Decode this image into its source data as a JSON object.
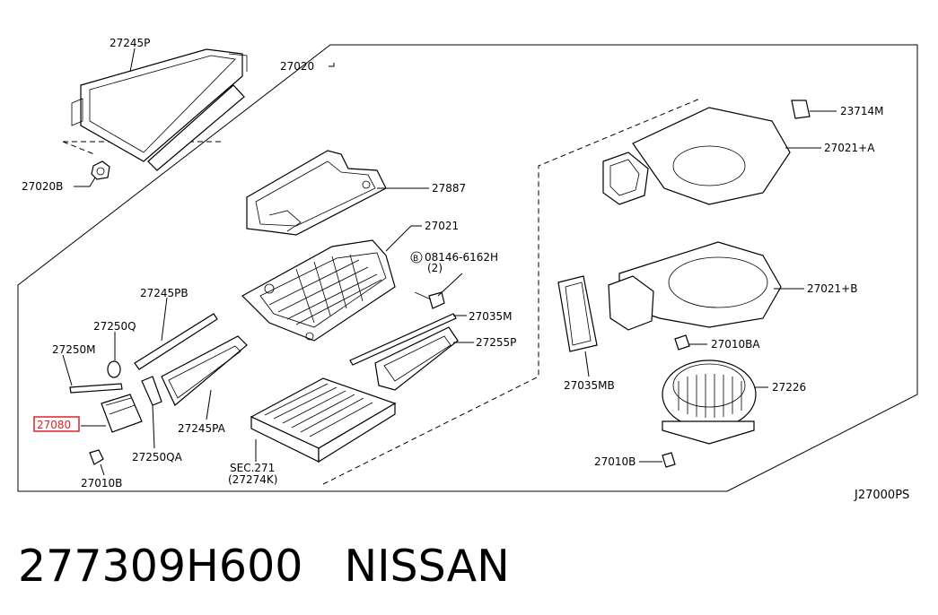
{
  "labels": {
    "p27245P": "27245P",
    "p27020": "27020",
    "p27020B": "27020B",
    "p27887": "27887",
    "p27021": "27021",
    "p08146": "08146-6162H",
    "bolt_symbol": "B",
    "qty2": "(2)",
    "p27245PB": "27245PB",
    "p27250Q": "27250Q",
    "p27250M": "27250M",
    "p27080": "27080",
    "p27245PA": "27245PA",
    "p27250QA": "27250QA",
    "p27010B_left": "27010B",
    "sec271": "SEC.271",
    "sec271b": "(27274K)",
    "p27035M": "27035M",
    "p27255P": "27255P",
    "p23714M": "23714M",
    "p27021A": "27021+A",
    "p27021B": "27021+B",
    "p27010BA": "27010BA",
    "p27035MB": "27035MB",
    "p27226": "27226",
    "p27010B_right": "27010B",
    "diagram_code": "J27000PS"
  },
  "highlight_color": "#e0202a",
  "caption": {
    "part_number": "277309H600",
    "brand": "NISSAN"
  }
}
